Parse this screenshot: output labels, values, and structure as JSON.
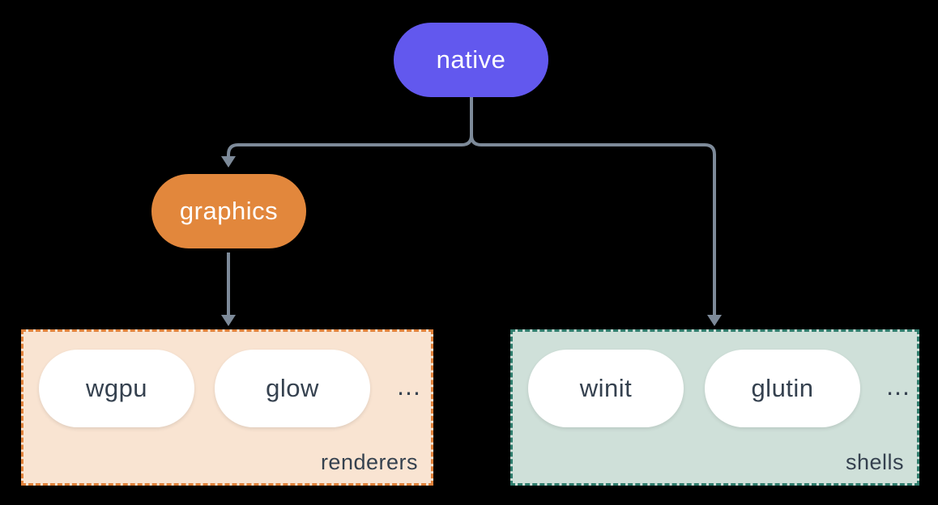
{
  "canvas": {
    "background": "#000000",
    "connector_color": "#7d8a99"
  },
  "nodes": {
    "native": {
      "label": "native",
      "bg": "#6258ee",
      "text_color": "#ffffff"
    },
    "graphics": {
      "label": "graphics",
      "bg": "#e2873c",
      "text_color": "#ffffff"
    }
  },
  "groups": {
    "renderers": {
      "label": "renderers",
      "fill": "#f9e4d2",
      "border": "#e0813a",
      "items": [
        {
          "label": "wgpu"
        },
        {
          "label": "glow"
        }
      ],
      "ellipsis": "...",
      "text_color": "#35414f"
    },
    "shells": {
      "label": "shells",
      "fill": "#cfe0d9",
      "border": "#2f7d6d",
      "items": [
        {
          "label": "winit"
        },
        {
          "label": "glutin"
        }
      ],
      "ellipsis": "...",
      "text_color": "#35414f"
    }
  },
  "edges": [
    {
      "from": "native",
      "to": "graphics"
    },
    {
      "from": "native",
      "to": "shells"
    },
    {
      "from": "graphics",
      "to": "renderers"
    }
  ]
}
